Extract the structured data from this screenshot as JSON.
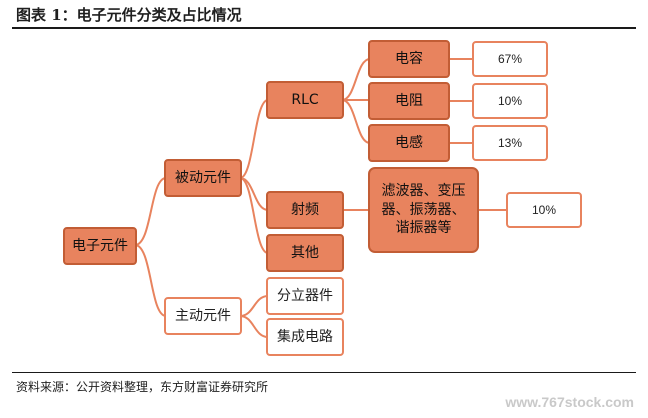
{
  "title": "图表 1：电子元件分类及占比情况",
  "root": "电子元件",
  "passive": "被动元件",
  "active": "主动元件",
  "rlc": "RLC",
  "rf": "射频",
  "other": "其他",
  "discrete": "分立器件",
  "ic": "集成电路",
  "capacitor": "电容",
  "resistor": "电阻",
  "inductor": "电感",
  "rf_devices": "滤波器、变压器、振荡器、谐振器等",
  "capacitor_share": "67%",
  "resistor_share": "10%",
  "inductor_share": "13%",
  "rf_share": "10%",
  "source": "资料来源：公开资料整理，东方财富证券研究所",
  "watermark": "www.767stock.com",
  "colors": {
    "fill": "#e8835e",
    "border": "#c25d35",
    "line": "#e8835e"
  }
}
